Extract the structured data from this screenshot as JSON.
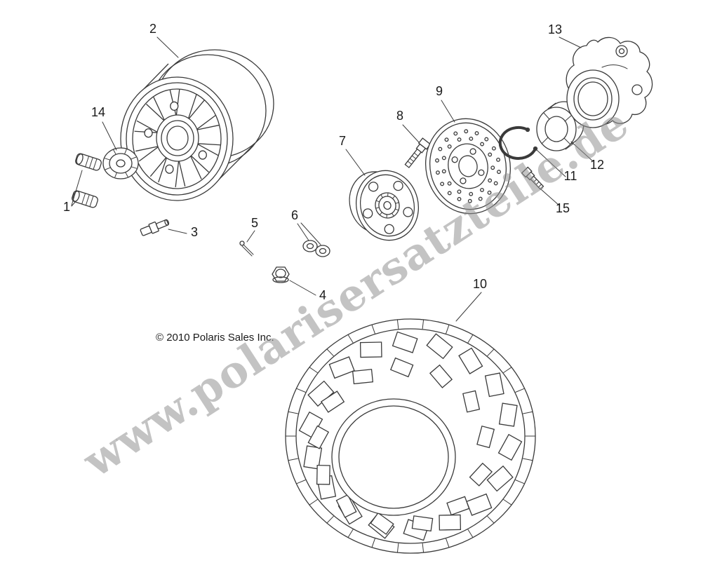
{
  "diagram": {
    "watermark": "www.polarisersatzteile.de",
    "copyright": "© 2010 Polaris Sales Inc.",
    "labels": {
      "1": "1",
      "2": "2",
      "3": "3",
      "4": "4",
      "5": "5",
      "6": "6",
      "7": "7",
      "8": "8",
      "9": "9",
      "10": "10",
      "11": "11",
      "12": "12",
      "13": "13",
      "14": "14",
      "15": "15"
    }
  }
}
